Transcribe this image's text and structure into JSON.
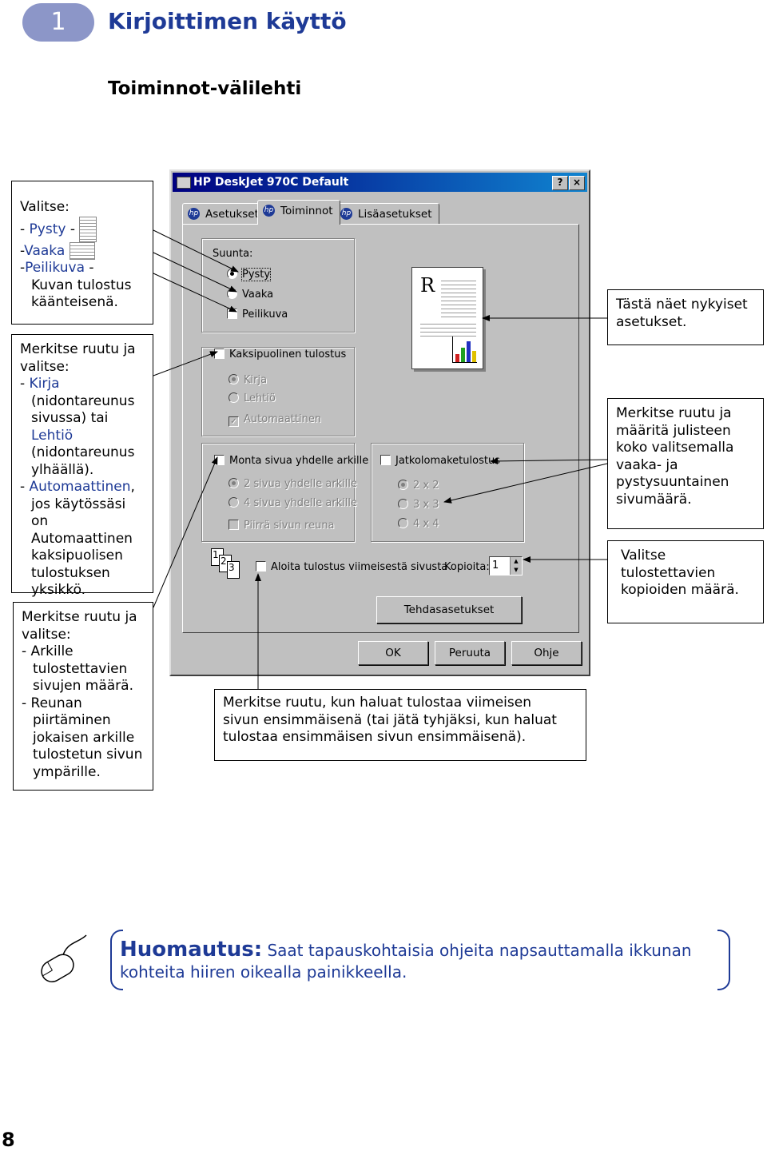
{
  "header": {
    "chapter_number": "1",
    "chapter_title": "Kirjoittimen käyttö",
    "section_title": "Toiminnot-välilehti"
  },
  "callouts": {
    "orientation": {
      "intro": "Valitse:",
      "portrait": "Pysty",
      "landscape": "Vaaka",
      "mirror": "Peilikuva",
      "mirror_desc_1": "Kuvan tulostus",
      "mirror_desc_2": "käänteisenä."
    },
    "duplex": {
      "intro_1": "Merkitse ruutu ja",
      "intro_2": "valitse:",
      "book": "Kirja",
      "book_desc_1": "(nidontareunus",
      "book_desc_2": "sivussa) tai",
      "tablet": "Lehtiö",
      "tablet_desc_1": "(nidontareunus",
      "tablet_desc_2": "ylhäällä).",
      "auto": "Automaattinen",
      "auto_desc_1": "jos käytössäsi on",
      "auto_desc_2": "Automaattinen",
      "auto_desc_3": "kaksipuolisen",
      "auto_desc_4": "tulostuksen",
      "auto_desc_5": "yksikkö."
    },
    "multipage": {
      "intro_1": "Merkitse ruutu ja",
      "intro_2": "valitse:",
      "line_1": "Arkille",
      "line_2": "tulostettavien",
      "line_3": "sivujen määrä.",
      "line_4": "Reunan",
      "line_5": "piirtäminen",
      "line_6": "jokaisen arkille",
      "line_7": "tulostetun sivun",
      "line_8": "ympärille."
    },
    "preview": {
      "line_1": "Tästä näet nykyiset",
      "line_2": "asetukset."
    },
    "poster": {
      "line_1": "Merkitse ruutu ja",
      "line_2": "määritä julisteen",
      "line_3": "koko valitsemalla",
      "line_4": "vaaka- ja",
      "line_5": "pystysuuntainen",
      "line_6": "sivumäärä."
    },
    "copies": {
      "line_1": "Valitse",
      "line_2": "tulostettavien",
      "line_3": "kopioiden määrä."
    },
    "reverse": {
      "line_1": "Merkitse ruutu, kun haluat tulostaa viimeisen",
      "line_2": "sivun ensimmäisenä (tai jätä tyhjäksi, kun haluat",
      "line_3": "tulostaa ensimmäisen sivun ensimmäisenä)."
    }
  },
  "dialog": {
    "title": "HP DeskJet 970C Default",
    "help_button": "?",
    "close_button": "×",
    "tabs": [
      {
        "label": "Asetukset"
      },
      {
        "label": "Toiminnot"
      },
      {
        "label": "Lisäasetukset"
      }
    ],
    "orientation_group": {
      "label": "Suunta:",
      "portrait": "Pysty",
      "landscape": "Vaaka",
      "mirror": "Peilikuva"
    },
    "duplex": {
      "label": "Kaksipuolinen tulostus",
      "book": "Kirja",
      "tablet": "Lehtiö",
      "auto": "Automaattinen"
    },
    "multipage": {
      "label": "Monta sivua yhdelle arkille",
      "two": "2 sivua yhdelle arkille",
      "four": "4 sivua yhdelle arkille",
      "border": "Piirrä sivun reuna"
    },
    "poster": {
      "label": "Jatkolomaketulostus",
      "opt1": "2 x 2",
      "opt2": "3 x 3",
      "opt3": "4 x 4"
    },
    "reverse_order": "Aloita tulostus viimeisestä sivusta",
    "copies_label": "Kopioita:",
    "copies_value": "1",
    "page_stack": [
      "1",
      "2",
      "3"
    ],
    "preview_letter": "R",
    "defaults_button": "Tehdasasetukset",
    "ok_button": "OK",
    "cancel_button": "Peruuta",
    "help_btn": "Ohje"
  },
  "note": {
    "lead": "Huomautus:",
    "text": "Saat tapauskohtaisia ohjeita napsauttamalla ikkunan kohteita hiiren oikealla painikkeella."
  },
  "page_number": "8"
}
